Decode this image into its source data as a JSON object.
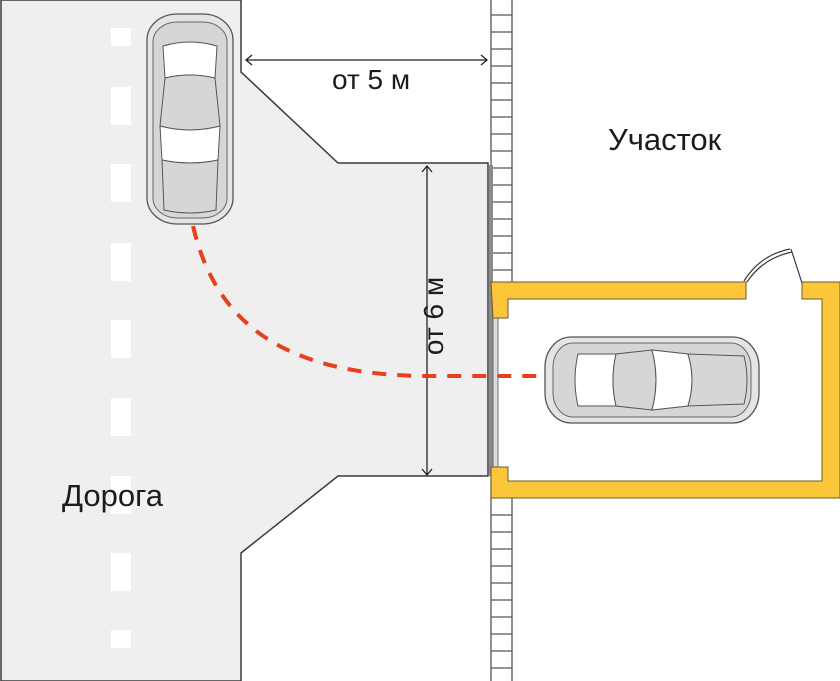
{
  "labels": {
    "road": "Дорога",
    "plot": "Участок",
    "distance_horizontal": "от 5 м",
    "distance_vertical": "от 6 м"
  },
  "colors": {
    "road_fill": "#efefef",
    "outline": "#3a3a3a",
    "garage_wall": "#fcc63a",
    "path_dash": "#e8401c",
    "car_body": "#d9d9d9",
    "lane_mark": "#ffffff",
    "background": "#ffffff"
  },
  "elements": {
    "car_on_road": "car-top-view-vertical",
    "car_in_garage": "car-top-view-horizontal",
    "fence": "fence-ladder",
    "gate": "gate-opening",
    "garage": "garage-walls",
    "door": "door-swing-icon",
    "path": "turn-trajectory-dashed"
  }
}
